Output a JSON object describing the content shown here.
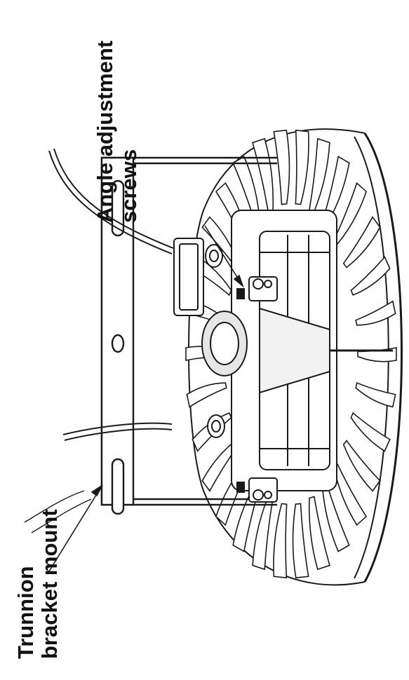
{
  "labels": {
    "angle_adjustment": {
      "line1": "Angle adjustment",
      "line2": "screws"
    },
    "trunnion": {
      "line1": "Trunnion",
      "line2": "bracket mount"
    }
  },
  "colors": {
    "line": "#1a1a1a",
    "fill": "#ffffff",
    "shade": "#d9d9d9"
  }
}
